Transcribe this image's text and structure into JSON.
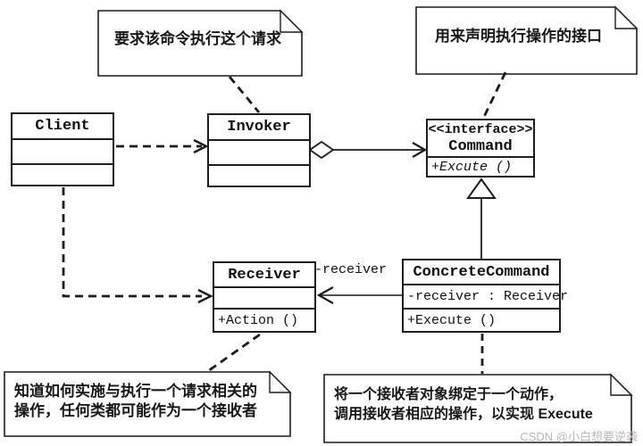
{
  "classes": {
    "client": {
      "name": "Client"
    },
    "invoker": {
      "name": "Invoker"
    },
    "command": {
      "stereotype": "<<interface>>",
      "name": "Command",
      "operation": "+Excute ()"
    },
    "receiver": {
      "name": "Receiver",
      "operation": "+Action ()"
    },
    "concrete_command": {
      "name": "ConcreteCommand",
      "attribute": "-receiver : Receiver",
      "operation": "+Execute ()"
    }
  },
  "labels": {
    "receiver_role": "-receiver"
  },
  "notes": {
    "invoker_note": "要求该命令执行这个请求",
    "command_note": "用来声明执行操作的接口",
    "receiver_note": {
      "line1": "知道如何实施与执行一个请求相关的",
      "line2": "操作，任何类都可能作为一个接收者"
    },
    "concrete_command_note": {
      "line1": "将一个接收者对象绑定于一个动作，",
      "line2": "调用接收者相应的操作，以实现 Execute"
    }
  },
  "watermark": "CSDN @小白想要逆袭",
  "colors": {
    "line": "#1c1c1c",
    "background": "#ffffff",
    "watermark": "#bdb3ba"
  }
}
